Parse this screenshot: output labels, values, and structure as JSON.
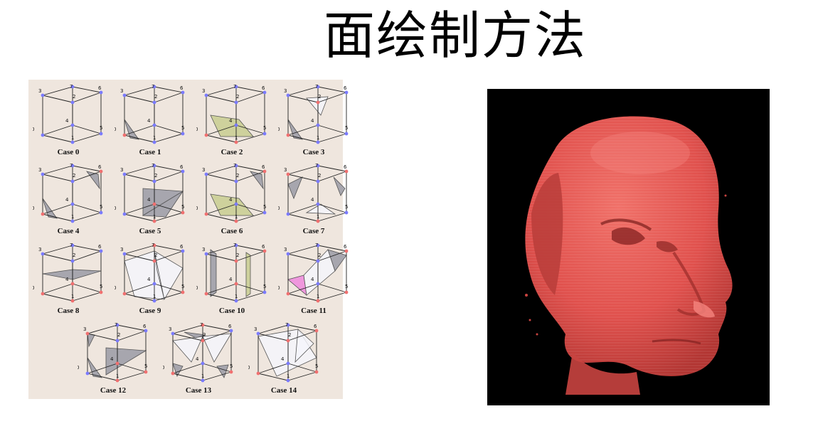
{
  "title": "面绘制方法",
  "cases": [
    {
      "label": "Case 0"
    },
    {
      "label": "Case 1"
    },
    {
      "label": "Case 2"
    },
    {
      "label": "Case 3"
    },
    {
      "label": "Case 4"
    },
    {
      "label": "Case 5"
    },
    {
      "label": "Case 6"
    },
    {
      "label": "Case 7"
    },
    {
      "label": "Case 8"
    },
    {
      "label": "Case 9"
    },
    {
      "label": "Case 10"
    },
    {
      "label": "Case 11"
    },
    {
      "label": "Case 12"
    },
    {
      "label": "Case 13"
    },
    {
      "label": "Case 14"
    }
  ],
  "vertex_labels": [
    "0",
    "1",
    "2",
    "3",
    "4",
    "5",
    "6",
    "7"
  ],
  "colors": {
    "panel_bg": "#efe6de",
    "vertex_blue": "#7b7bff",
    "vertex_red": "#f07070",
    "triangle_gray": "#9a9aa6",
    "triangle_white": "#f4f4fb",
    "triangle_green": "#c8cc90",
    "triangle_pink": "#ee88dd",
    "head": "#e85a55"
  }
}
